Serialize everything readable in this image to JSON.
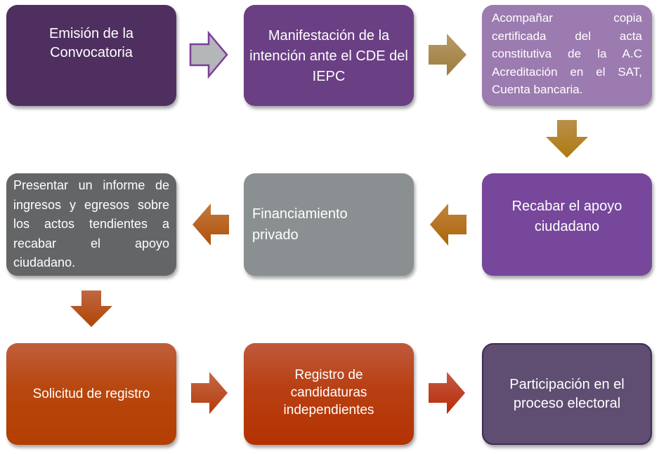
{
  "diagram": {
    "type": "process-flowchart",
    "steps": [
      {
        "id": 1,
        "label": "Emisión de la Convocatoria",
        "color": "#4e2f5f"
      },
      {
        "id": 2,
        "label": "Manifestación de la intención ante el CDE del IEPC",
        "color": "#6a3f84"
      },
      {
        "id": 3,
        "label": "Acompañar copia certificada del acta constitutiva de la  A.C Acreditación en el SAT, Cuenta bancaria.",
        "color": "#9c7bb0"
      },
      {
        "id": 4,
        "label": "Recabar el apoyo ciudadano",
        "color": "#76479b"
      },
      {
        "id": 5,
        "label": "Financiamiento privado",
        "color": "#8a9092"
      },
      {
        "id": 6,
        "label": "Presentar un informe de ingresos y egresos sobre los actos tendientes a recabar el apoyo ciudadano.",
        "color": "#646567"
      },
      {
        "id": 7,
        "label": "Solicitud de registro",
        "color": "#b9471a"
      },
      {
        "id": 8,
        "label": "Registro de candidaturas independientes",
        "color": "#b93c12"
      },
      {
        "id": 9,
        "label": "Participación en el proceso electoral",
        "color": "#5f4e72"
      }
    ],
    "connectors": [
      {
        "from": 1,
        "to": 2,
        "direction": "right",
        "color": "#b4b6b8",
        "outline": "#7a3f9a"
      },
      {
        "from": 2,
        "to": 3,
        "direction": "right",
        "color": "#a88a4e"
      },
      {
        "from": 3,
        "to": 4,
        "direction": "down",
        "color": "#b0801e"
      },
      {
        "from": 4,
        "to": 5,
        "direction": "left",
        "color": "#b06a12"
      },
      {
        "from": 5,
        "to": 6,
        "direction": "left",
        "color": "#b8560f"
      },
      {
        "from": 6,
        "to": 7,
        "direction": "down",
        "color": "#b84e10"
      },
      {
        "from": 7,
        "to": 8,
        "direction": "right",
        "color": "#b8420f"
      },
      {
        "from": 8,
        "to": 9,
        "direction": "right",
        "color": "#b8360d"
      }
    ]
  }
}
